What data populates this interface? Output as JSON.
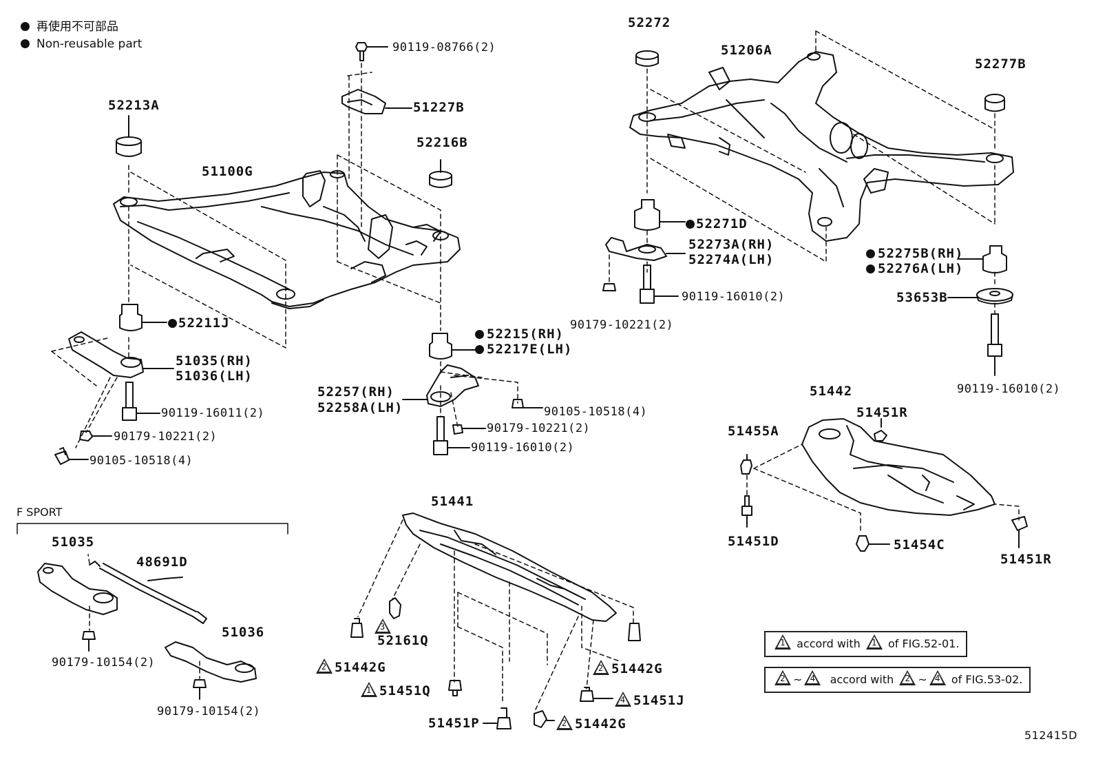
{
  "legend": {
    "jp": "再使用不可部品",
    "en": "Non-reusable part"
  },
  "fsport_title": "F SPORT",
  "figure_code": "512415D",
  "notes": {
    "row1": {
      "a": "1",
      "text": "accord with",
      "b": "1",
      "tail": "of FIG.52-01."
    },
    "row2": {
      "a": "2",
      "sep": "~",
      "b": "4",
      "text": "accord with",
      "c": "2",
      "sep2": "~",
      "d": "4",
      "tail": "of FIG.53-02."
    }
  },
  "labels": {
    "p90119_08766": "90119-08766(2)",
    "p51227B": "51227B",
    "p52213A": "52213A",
    "p52216B": "52216B",
    "p51100G": "51100G",
    "p52211J": "52211J",
    "p51035RH": "51035(RH)",
    "p51036LH": "51036(LH)",
    "p90119_16011": "90119-16011(2)",
    "p90179_10221a": "90179-10221(2)",
    "p90105_10518a": "90105-10518(4)",
    "p52215RH": "52215(RH)",
    "p52217E": "52217E(LH)",
    "p52257RH": "52257(RH)",
    "p52258A": "52258A(LH)",
    "p90105_10518b": "90105-10518(4)",
    "p90179_10221b": "90179-10221(2)",
    "p90119_16010a": "90119-16010(2)",
    "p52272": "52272",
    "p51206A": "51206A",
    "p52277B": "52277B",
    "p52271D": "52271D",
    "p52273A": "52273A(RH)",
    "p52274A": "52274A(LH)",
    "p90119_16010b": "90119-16010(2)",
    "p90179_10221c": "90179-10221(2)",
    "p52275B": "52275B(RH)",
    "p52276A": "52276A(LH)",
    "p53653B": "53653B",
    "p90119_16010c": "90119-16010(2)",
    "p51442": "51442",
    "p51451R_a": "51451R",
    "p51455A": "51455A",
    "p51451D": "51451D",
    "p51454C": "51454C",
    "p51451R_b": "51451R",
    "p51035": "51035",
    "p48691D": "48691D",
    "p51036": "51036",
    "p90179_10154a": "90179-10154(2)",
    "p90179_10154b": "90179-10154(2)",
    "p51441": "51441",
    "p52161Q": "52161Q",
    "p51442G_a": "51442G",
    "p51442G_b": "51442G",
    "p51451Q": "51451Q",
    "p51451J": "51451J",
    "p51451P": "51451P",
    "p51442G_c": "51442G"
  },
  "callout_marks": {
    "m52161Q": "3",
    "m51442G_a": "2",
    "m51442G_b": "2",
    "m51451Q": "1",
    "m51451J": "4",
    "m51442G_c": "2"
  }
}
